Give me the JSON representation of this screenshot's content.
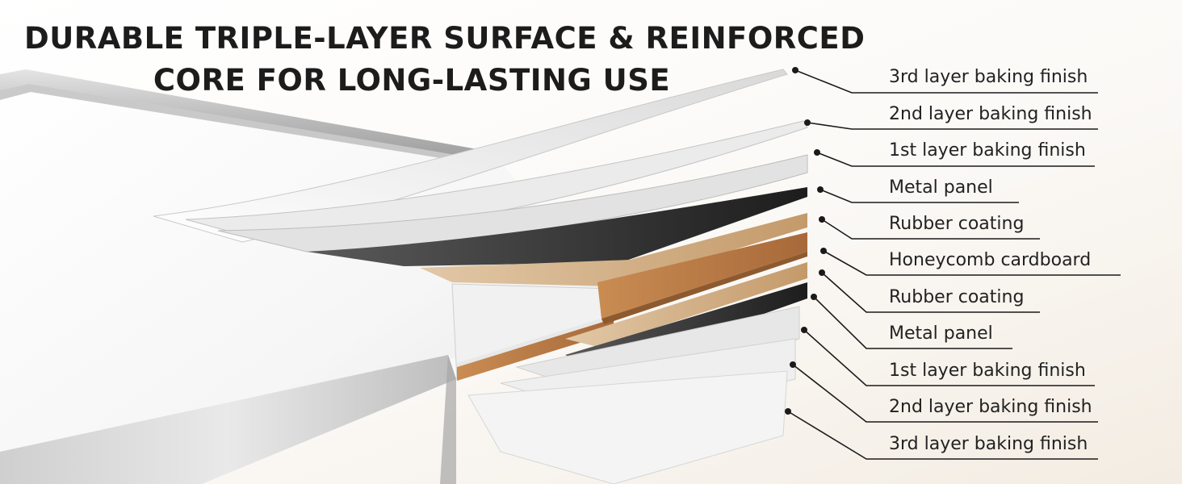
{
  "headline": {
    "line1": "DURABLE TRIPLE-LAYER SURFACE & REINFORCED",
    "line2": "CORE FOR LONG-LASTING USE"
  },
  "layers": [
    {
      "label": "3rd layer baking finish",
      "material": "baking-finish",
      "color": "#e9e9e9"
    },
    {
      "label": "2nd layer baking finish",
      "material": "baking-finish",
      "color": "#e4e4e4"
    },
    {
      "label": "1st layer baking finish",
      "material": "baking-finish",
      "color": "#dedede"
    },
    {
      "label": "Metal panel",
      "material": "metal",
      "color": "#2a2a2a"
    },
    {
      "label": "Rubber coating",
      "material": "rubber",
      "color": "#c9a67e"
    },
    {
      "label": "Honeycomb cardboard",
      "material": "cardboard",
      "color": "#b87c46"
    },
    {
      "label": "Rubber coating",
      "material": "rubber",
      "color": "#c9a67e"
    },
    {
      "label": "Metal panel",
      "material": "metal",
      "color": "#2a2a2a"
    },
    {
      "label": "1st layer baking finish",
      "material": "baking-finish",
      "color": "#dedede"
    },
    {
      "label": "2nd layer baking finish",
      "material": "baking-finish",
      "color": "#e4e4e4"
    },
    {
      "label": "3rd layer baking finish",
      "material": "baking-finish",
      "color": "#e9e9e9"
    }
  ],
  "colors": {
    "text": "#1c1c1c",
    "leader": "#1a1a1a",
    "frame": "#b9b9b9",
    "background": "#fbf9f6"
  }
}
